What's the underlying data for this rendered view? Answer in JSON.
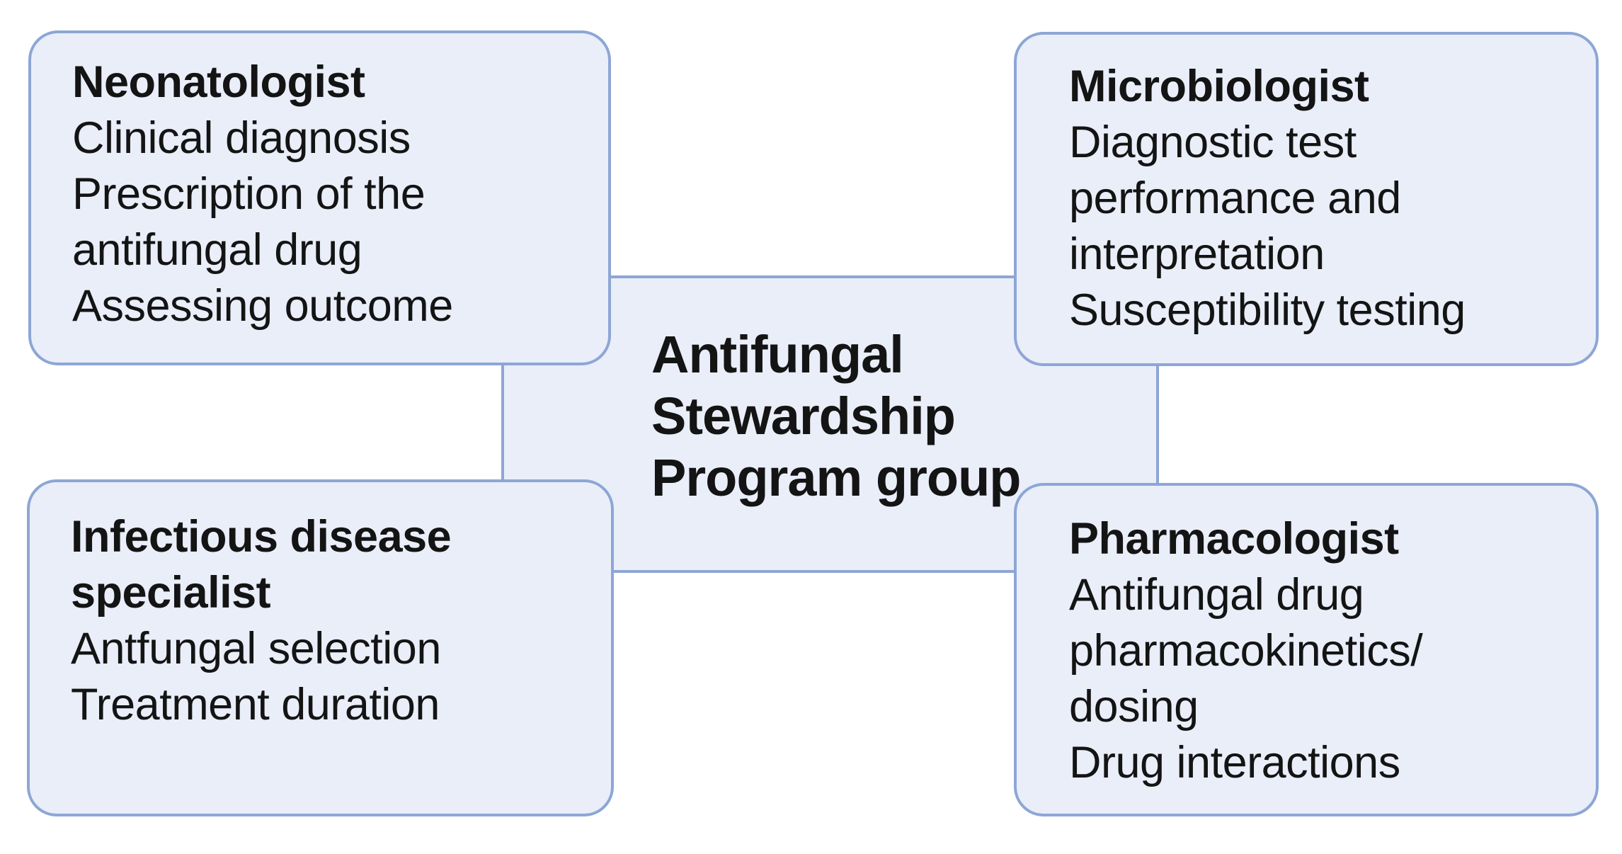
{
  "colors": {
    "background": "#ffffff",
    "box-fill": "#e9eef9",
    "box-border": "#8da6d5",
    "text": "#141414"
  },
  "center": {
    "lines": [
      "Antifungal",
      "Stewardship",
      "Program group"
    ]
  },
  "boxes": {
    "neonatologist": {
      "title_lines": [
        "Neonatologist"
      ],
      "body_lines": [
        "Clinical diagnosis",
        "Prescription of the",
        "antifungal drug",
        "Assessing outcome"
      ]
    },
    "microbiologist": {
      "title_lines": [
        "Microbiologist"
      ],
      "body_lines": [
        "Diagnostic test",
        "performance and",
        "interpretation",
        "Susceptibility testing"
      ]
    },
    "infectious_disease_specialist": {
      "title_lines": [
        "Infectious disease",
        "specialist"
      ],
      "body_lines": [
        "Antfungal selection",
        "Treatment duration"
      ]
    },
    "pharmacologist": {
      "title_lines": [
        "Pharmacologist"
      ],
      "body_lines": [
        "Antifungal drug",
        "pharmacokinetics/",
        "dosing",
        "Drug interactions"
      ]
    }
  }
}
